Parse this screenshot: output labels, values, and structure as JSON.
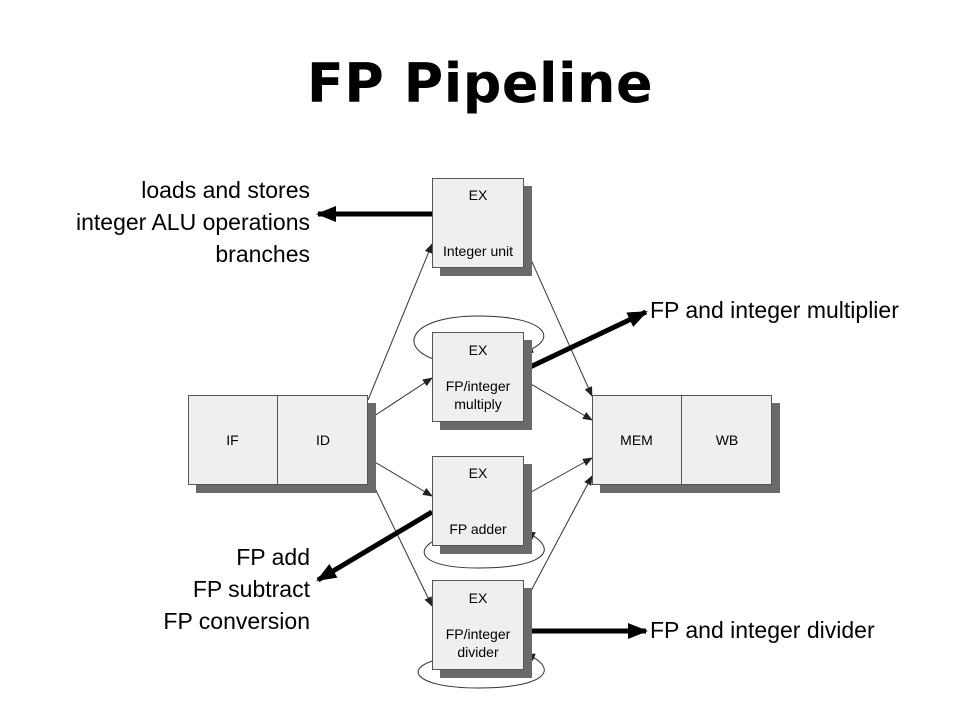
{
  "title": "FP Pipeline",
  "annotations": {
    "integer": [
      "loads and stores",
      "integer ALU operations",
      "branches"
    ],
    "multiplier": "FP and integer multiplier",
    "adder": [
      "FP add",
      "FP subtract",
      "FP conversion"
    ],
    "divider": "FP and integer divider"
  },
  "stages": {
    "fetch": "IF",
    "decode": "ID",
    "mem": "MEM",
    "writeback": "WB",
    "ex_label": "EX",
    "integer_unit": "Integer unit",
    "fp_multiply": [
      "FP/integer",
      "multiply"
    ],
    "fp_adder": "FP adder",
    "fp_divider": [
      "FP/integer",
      "divider"
    ]
  }
}
